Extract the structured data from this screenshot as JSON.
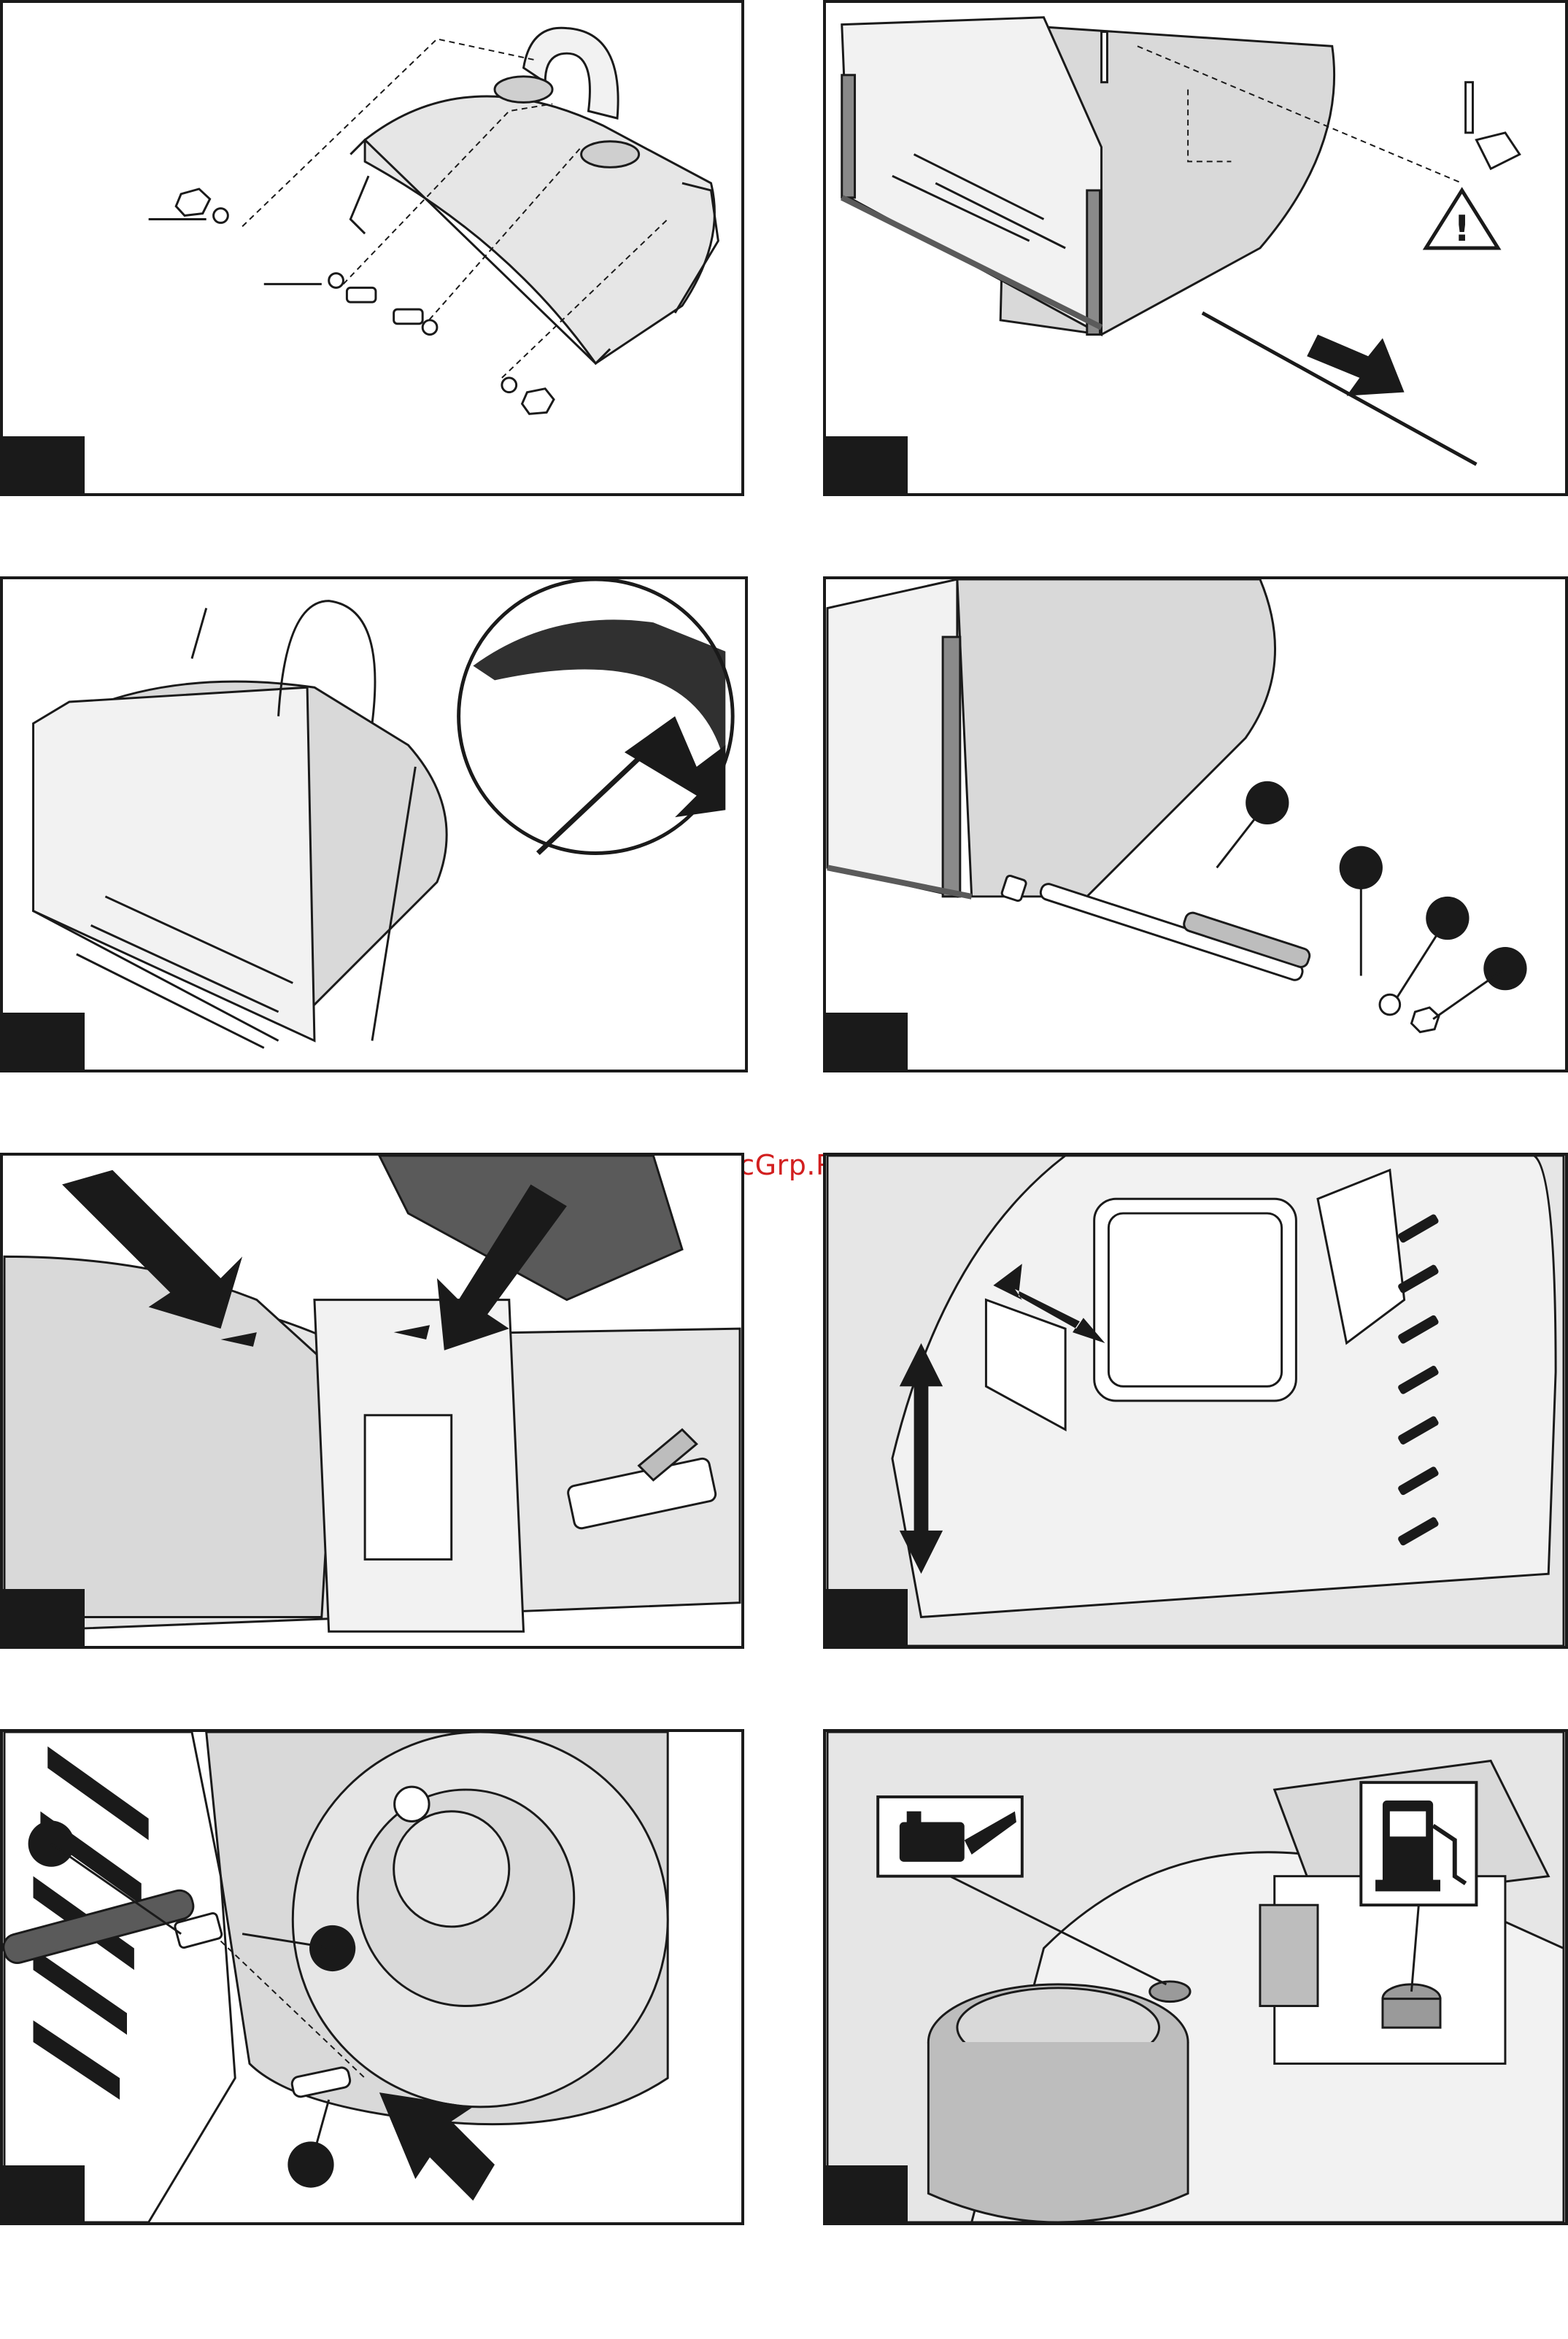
{
  "watermark": {
    "text": "McGrp.Ru"
  },
  "panels": [
    {
      "id": "p1",
      "icon": "grass-bag-assembly-icon",
      "has_step_tab": true
    },
    {
      "id": "p2",
      "icon": "grass-bag-frame-icon",
      "has_warning": true,
      "has_step_tab": true
    },
    {
      "id": "p3",
      "icon": "grass-bag-handle-detail-icon",
      "has_step_tab": true
    },
    {
      "id": "p4",
      "icon": "gas-spring-assembly-icon",
      "callouts": 4,
      "has_step_tab": true
    },
    {
      "id": "p5",
      "icon": "mower-deck-mount-icon",
      "has_step_tab": true
    },
    {
      "id": "p6",
      "icon": "bracket-adjust-icon",
      "has_step_tab": true
    },
    {
      "id": "p7",
      "icon": "wheel-pin-icon",
      "callouts": 3,
      "has_step_tab": true
    },
    {
      "id": "p8",
      "icon": "fuel-oil-fill-icon",
      "symbols": [
        "oil-can-icon",
        "fuel-pump-icon"
      ],
      "has_step_tab": true
    }
  ],
  "colors": {
    "border": "#1a1a1a",
    "fill_grey": "#d9d9d9",
    "mid_grey": "#9a9a9a",
    "dark_grey": "#5a5a5a",
    "watermark": "#d21f1f"
  }
}
